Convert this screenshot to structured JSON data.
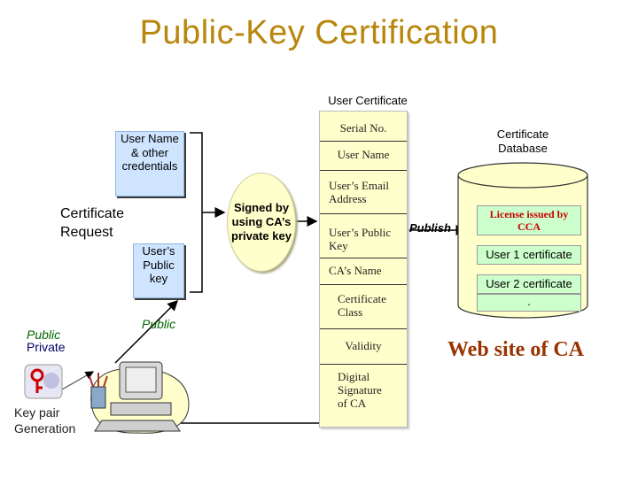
{
  "title": "Public-Key Certification",
  "user_certificate": {
    "label": "User Certificate",
    "fields": [
      "Serial No.",
      "User Name",
      "User’s Email Address",
      "User’s Public Key",
      "CA’s Name",
      "Certificate Class",
      "Validity",
      "Digital Signature of CA"
    ]
  },
  "request": {
    "label": "Certificate Request",
    "credentials": "User Name & other credentials",
    "public_key": "User’s Public key"
  },
  "signed": "Signed by using CA’s private key",
  "publish": "Publish",
  "database": {
    "label": "Certificate Database",
    "license": "License issued by CCA",
    "items": [
      "User 1 certificate",
      "User 2 certificate",
      "."
    ]
  },
  "website": "Web site of CA",
  "keys": {
    "public_right": "Public",
    "public_left": "Public",
    "private": "Private",
    "generation": "Key pair Generation"
  },
  "colors": {
    "title": "#b8860b",
    "certificate_box": "#ffffcc",
    "request_box": "#cfe5ff",
    "database_fill": "#ffffcc",
    "database_item": "#ccffcc",
    "license_text": "#cc0000",
    "website_text": "#993300",
    "key_text": "#006600"
  }
}
